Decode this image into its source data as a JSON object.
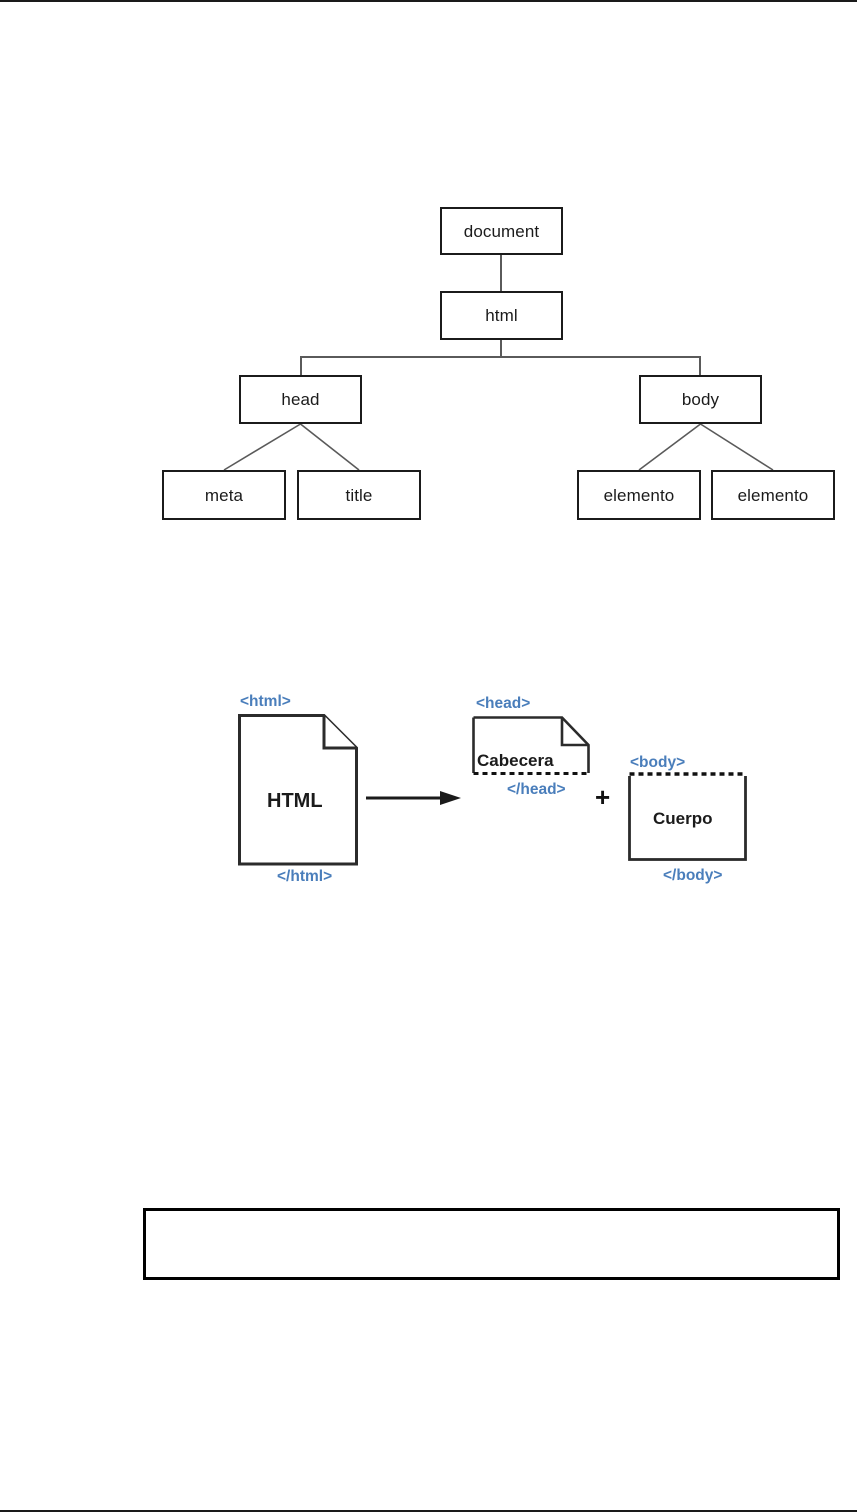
{
  "page": {
    "background_color": "#ffffff",
    "rule_color": "#1a1a1a"
  },
  "dom_tree": {
    "caption": "",
    "node_border_color": "#1b1b1b",
    "connector_color": "#5a5a5a",
    "nodes": [
      {
        "id": "document",
        "label": "document",
        "level": 0
      },
      {
        "id": "html",
        "label": "html",
        "level": 1
      },
      {
        "id": "head",
        "label": "head",
        "level": 2
      },
      {
        "id": "body",
        "label": "body",
        "level": 2
      },
      {
        "id": "meta",
        "label": "meta",
        "level": 3
      },
      {
        "id": "title",
        "label": "title",
        "level": 3
      },
      {
        "id": "elemento-1",
        "label": "elemento",
        "level": 3
      },
      {
        "id": "elemento-2",
        "label": "elemento",
        "level": 3
      }
    ],
    "edges": [
      {
        "from": "document",
        "to": "html"
      },
      {
        "from": "html",
        "to": "head"
      },
      {
        "from": "html",
        "to": "body"
      },
      {
        "from": "head",
        "to": "meta"
      },
      {
        "from": "head",
        "to": "title"
      },
      {
        "from": "body",
        "to": "elemento-1"
      },
      {
        "from": "body",
        "to": "elemento-2"
      }
    ]
  },
  "html_structure_figure": {
    "tag_color": "#4a7ebb",
    "outline_color": "#2b2b2b",
    "html_document": {
      "open_tag": "<html>",
      "close_tag": "</html>",
      "label": "HTML"
    },
    "head_part": {
      "open_tag": "<head>",
      "close_tag": "</head>",
      "label": "Cabecera"
    },
    "body_part": {
      "open_tag": "<body>",
      "close_tag": "</body>",
      "label": "Cuerpo"
    },
    "operator": "+",
    "arrow": "arrow-right-icon"
  },
  "empty_box": {
    "content": "",
    "border_color": "#000000"
  }
}
